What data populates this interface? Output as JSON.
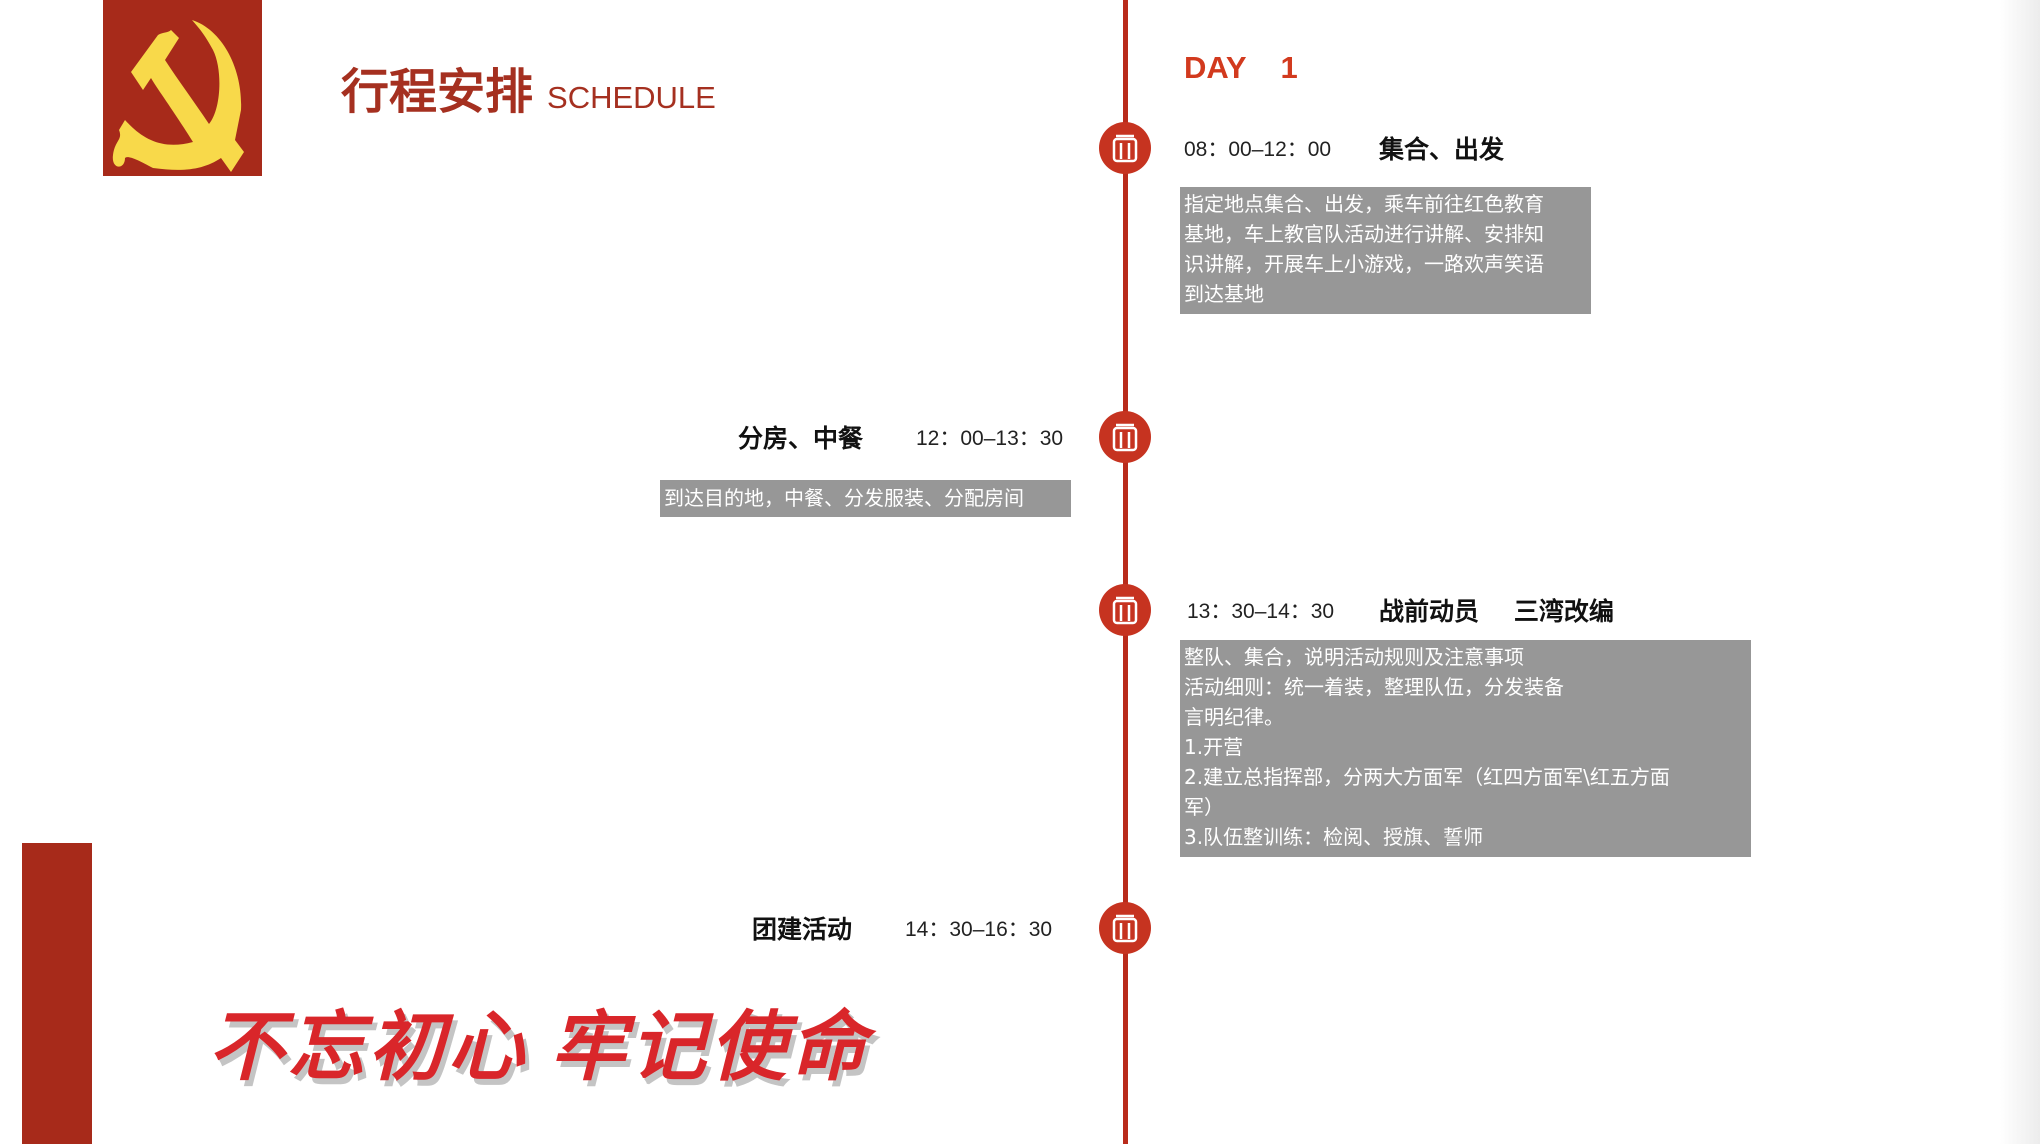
{
  "header": {
    "title_cn": "行程安排",
    "title_en": "SCHEDULE",
    "logo": "hammer-sickle-emblem"
  },
  "day_label": "DAY    1",
  "colors": {
    "brand_red": "#a72a1a",
    "accent_red": "#d23a1e",
    "box_gray": "#979797",
    "emblem_yellow": "#f8d94a"
  },
  "items": [
    {
      "time": "08：00–12：00",
      "title": "集合、出发",
      "lines": [
        "指定地点集合、出发，乘车前往红色教育",
        "基地，车上教官队活动进行讲解、安排知",
        "识讲解，开展车上小游戏，一路欢声笑语",
        "到达基地"
      ]
    },
    {
      "time": "12：00–13：30",
      "title": "分房、中餐",
      "lines": [
        "到达目的地，中餐、分发服装、分配房间"
      ]
    },
    {
      "time": "13：30–14：30",
      "title": "战前动员    三湾改编",
      "lines": [
        "整队、集合，说明活动规则及注意事项",
        "活动细则：统一着装，整理队伍，分发装备",
        "言明纪律。",
        "1.开营",
        "2.建立总指挥部，分两大方面军（红四方面军\\红五方面",
        "军）",
        "3.队伍整训练：检阅、授旗、誓师"
      ]
    },
    {
      "time": "14：30–16：30",
      "title": "团建活动",
      "lines": []
    }
  ],
  "slogan": {
    "left": "不忘初心",
    "right": "牢记使命"
  }
}
